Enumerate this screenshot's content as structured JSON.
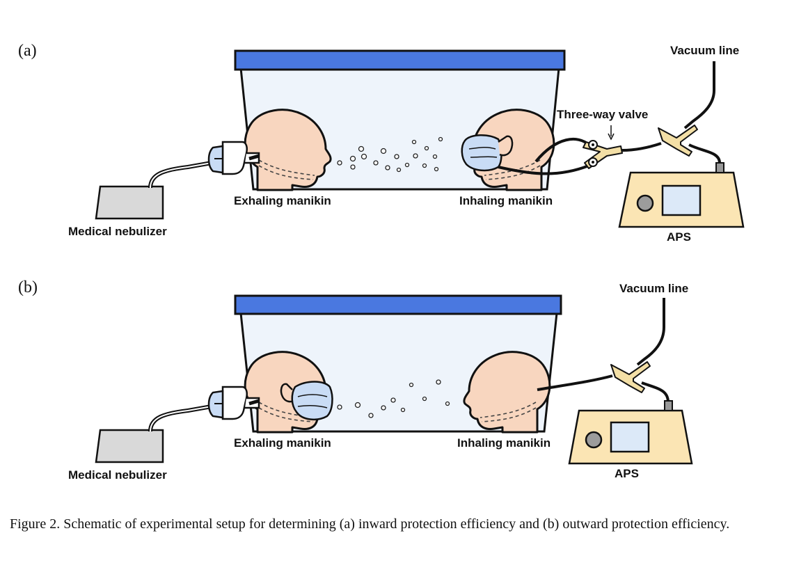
{
  "panel_a": {
    "tag": "(a)",
    "labels": {
      "vacuum_line": "Vacuum line",
      "three_way_valve": "Three-way valve",
      "exhaling_manikin": "Exhaling manikin",
      "inhaling_manikin": "Inhaling manikin",
      "medical_nebulizer": "Medical nebulizer",
      "aps": "APS"
    },
    "mask_on": "inhaling manikin"
  },
  "panel_b": {
    "tag": "(b)",
    "labels": {
      "vacuum_line": "Vacuum line",
      "exhaling_manikin": "Exhaling manikin",
      "inhaling_manikin": "Inhaling manikin",
      "medical_nebulizer": "Medical nebulizer",
      "aps": "APS"
    },
    "mask_on": "exhaling manikin"
  },
  "caption": "Figure 2. Schematic of experimental setup for determining (a) inward protection efficiency and (b) outward protection efficiency.",
  "colors": {
    "chamber_lid": "#4a78e0",
    "chamber_fill": "#eef4fb",
    "skin": "#f8d6bf",
    "mask": "#c9dcf5",
    "aps_body": "#fbe5b4",
    "connector": "#f3dfa6",
    "nebulizer": "#d9d9d9"
  }
}
